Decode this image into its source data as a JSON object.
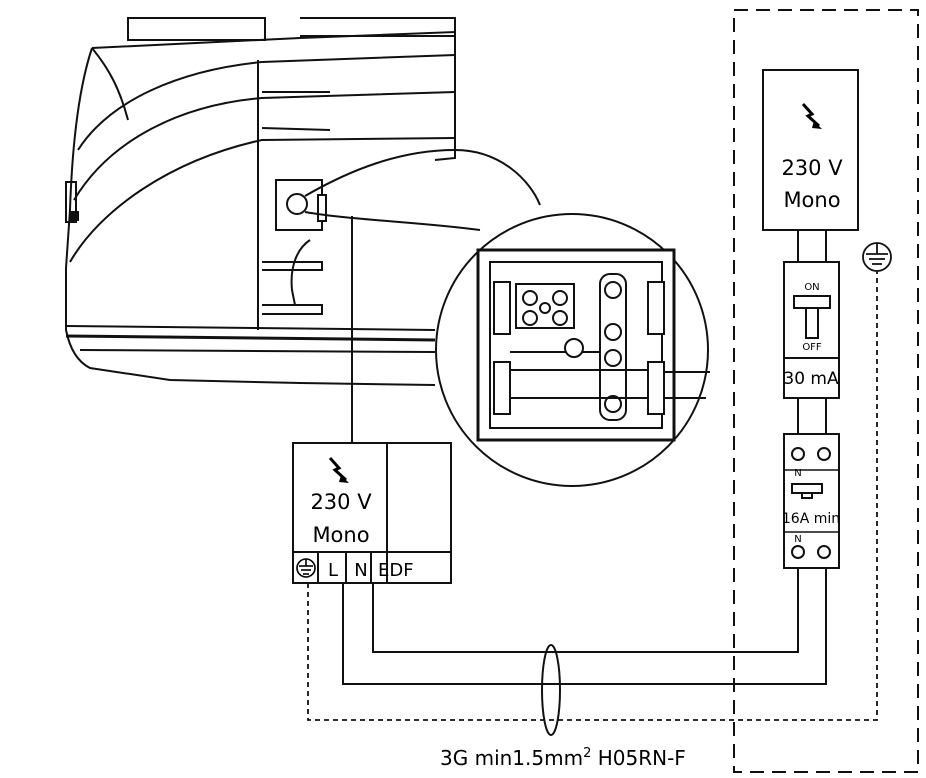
{
  "wiring_diagram": {
    "unit_terminal_box": {
      "voltage": "230 V",
      "phase": "Mono",
      "terminals": {
        "earth_icon": "earth-ground-icon",
        "l": "L",
        "n": "N",
        "edf": "EDF"
      }
    },
    "supply_panel": {
      "voltage": "230 V",
      "phase": "Mono",
      "earth_icon": "earth-ground-icon",
      "rcd": {
        "on": "ON",
        "off": "OFF",
        "rating": "30 mA"
      },
      "breaker": {
        "n_top": "N",
        "rating": "16A min",
        "n_bottom": "N"
      }
    },
    "cable_spec": {
      "prefix": "3G min1.5mm",
      "superscript": "2",
      "suffix": " H05RN-F"
    }
  }
}
